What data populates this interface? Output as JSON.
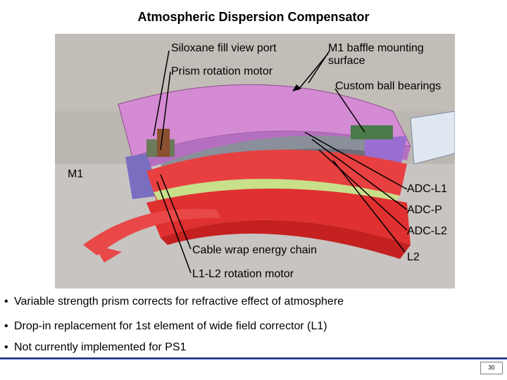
{
  "title": "Atmospheric Dispersion Compensator",
  "labels": {
    "siloxane": "Siloxane fill view port",
    "prism_motor": "Prism rotation motor",
    "baffle": "M1 baffle mounting surface",
    "bearings": "Custom ball bearings",
    "m1": "M1",
    "adc_l1": "ADC-L1",
    "adc_p": "ADC-P",
    "adc_l2": "ADC-L2",
    "cable": "Cable wrap energy chain",
    "l2": "L2",
    "l1l2_motor": "L1-L2 rotation motor"
  },
  "bullets": [
    "Variable strength prism corrects for refractive effect of atmosphere",
    "Drop-in replacement for 1st element of wide field corrector (L1)",
    "Not currently implemented for PS1"
  ],
  "page_number": "30"
}
